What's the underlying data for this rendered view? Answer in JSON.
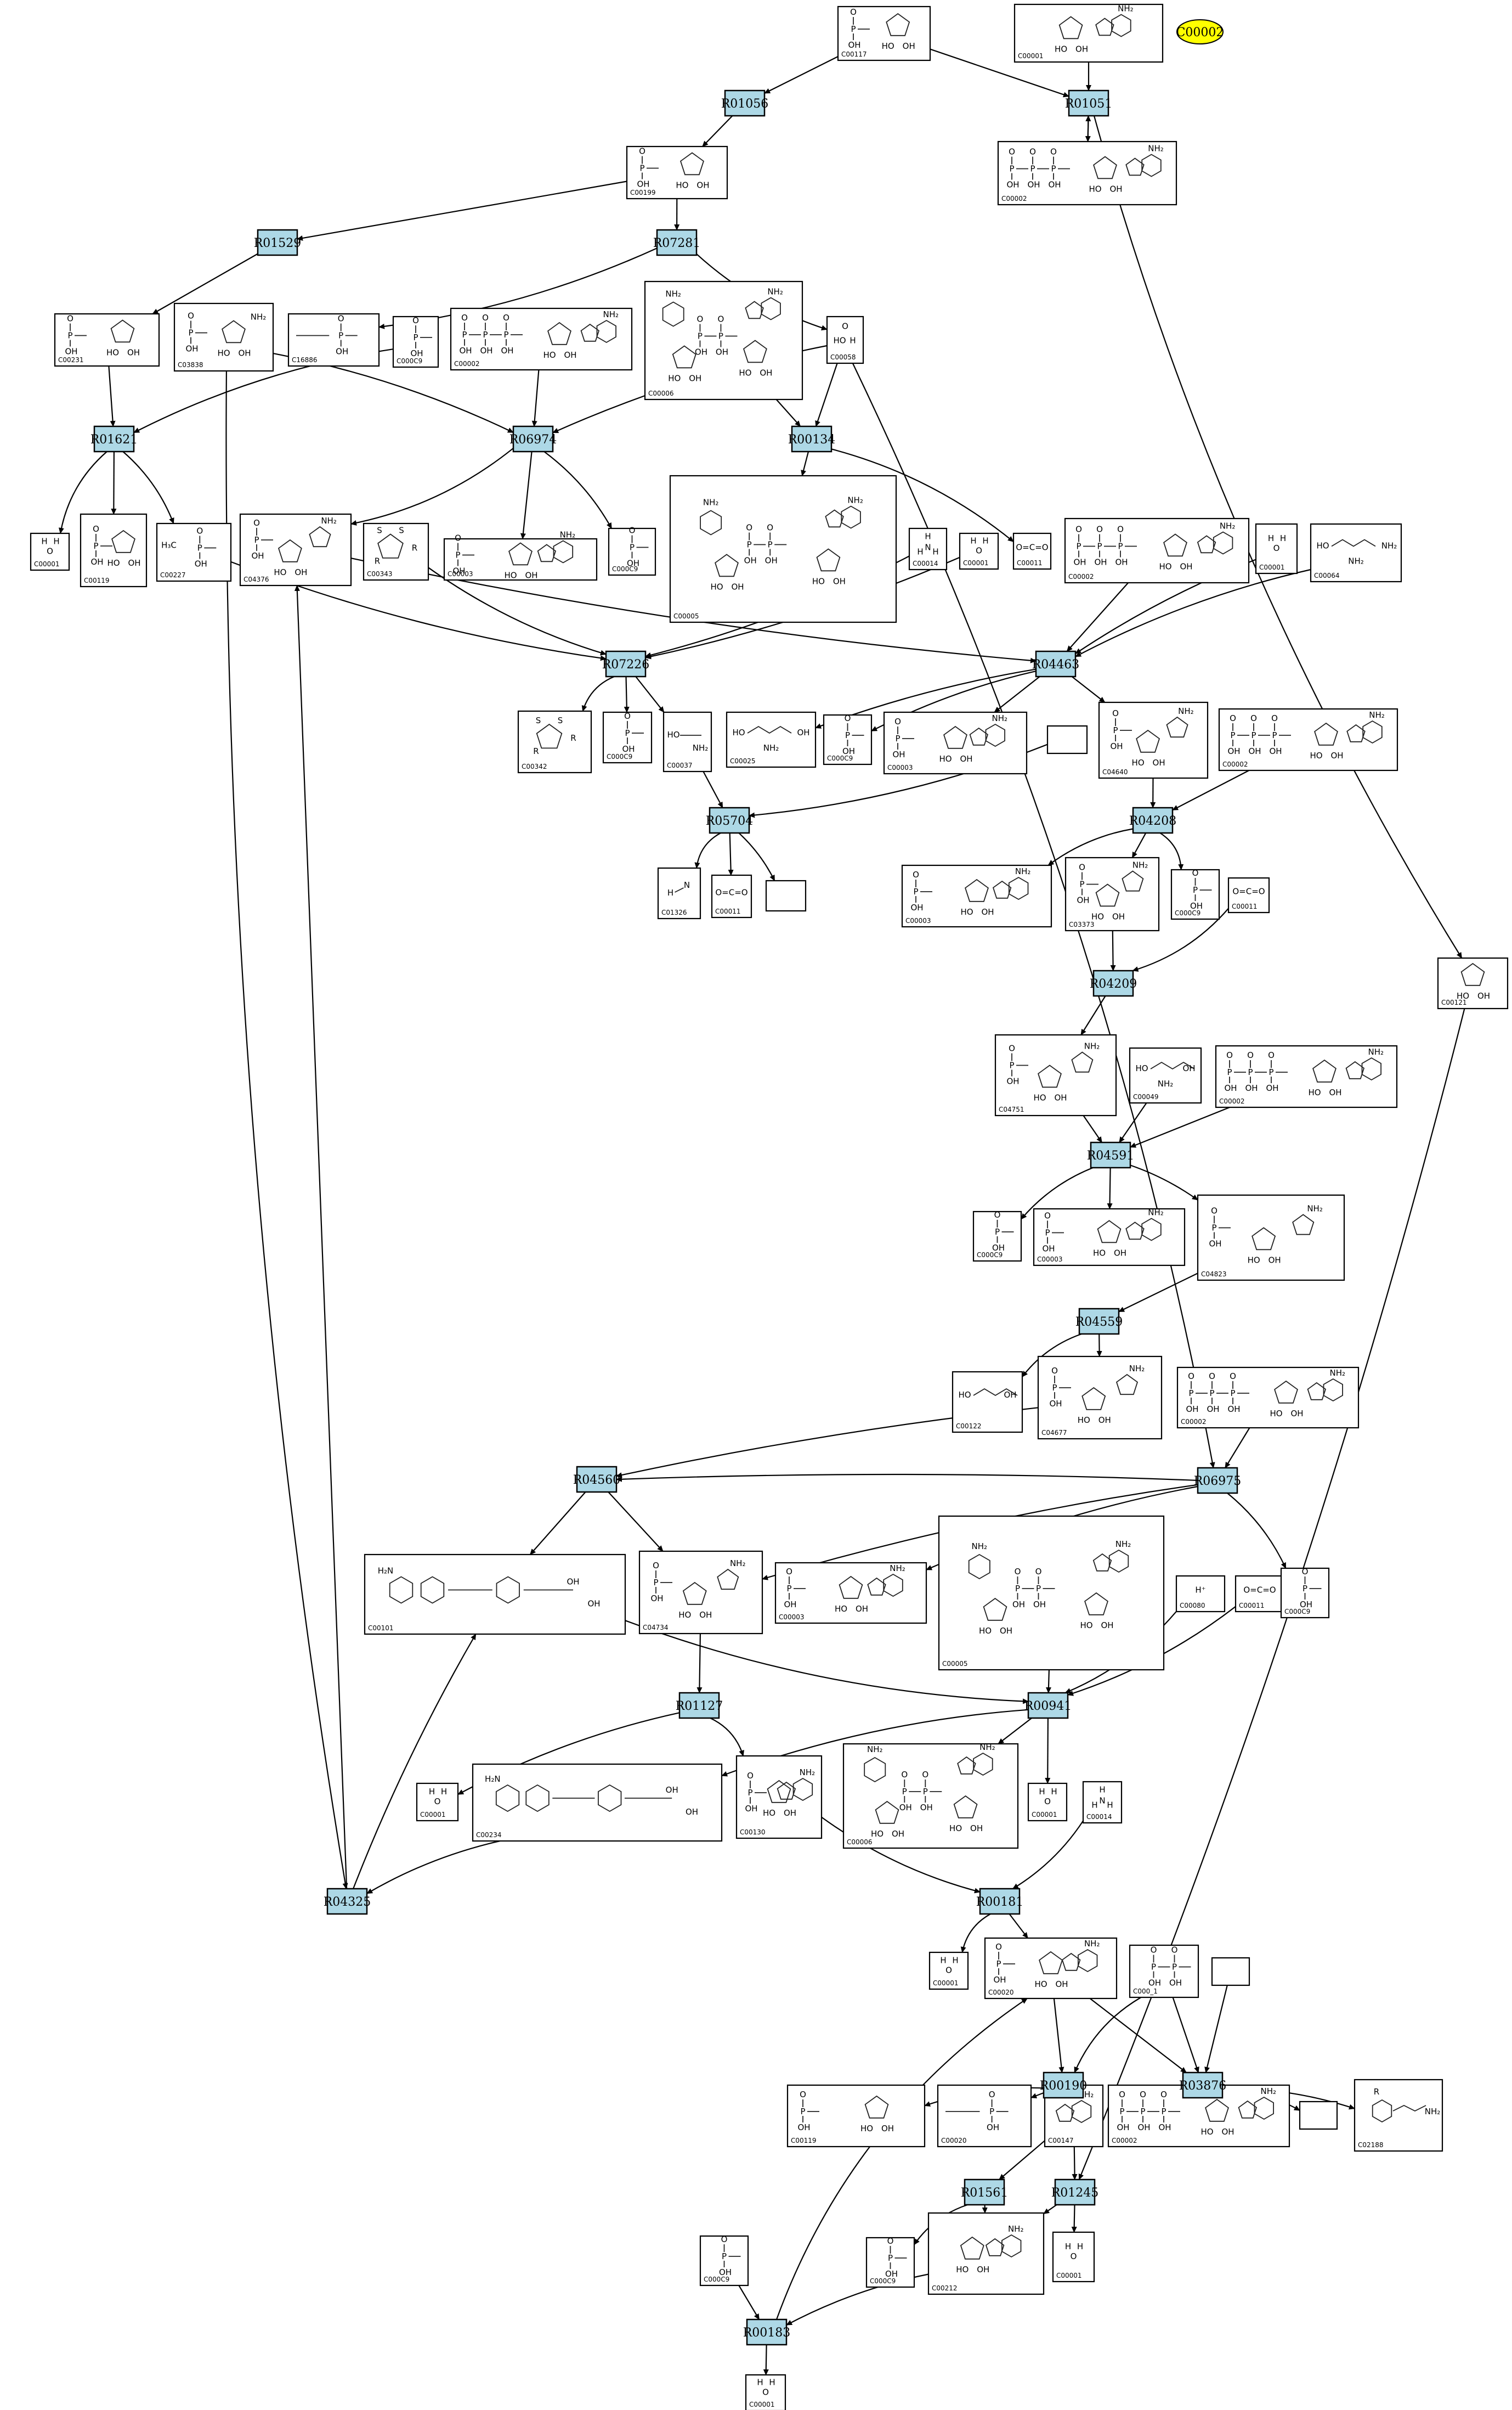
{
  "highlight": {
    "label": "C00002",
    "color": "#ffff00"
  },
  "colors": {
    "reaction_fill": "#add8e6",
    "edge": "#000000",
    "compound_fill": "#ffffff"
  },
  "reactions": [
    {
      "id": "r01056",
      "label": "R01056"
    },
    {
      "id": "r01051",
      "label": "R01051"
    },
    {
      "id": "r01529",
      "label": "R01529"
    },
    {
      "id": "r07281",
      "label": "R07281"
    },
    {
      "id": "r01621",
      "label": "R01621"
    },
    {
      "id": "r06974",
      "label": "R06974"
    },
    {
      "id": "r00134",
      "label": "R00134"
    },
    {
      "id": "r07226",
      "label": "R07226"
    },
    {
      "id": "r04463",
      "label": "R04463"
    },
    {
      "id": "r05704",
      "label": "R05704"
    },
    {
      "id": "r04208",
      "label": "R04208"
    },
    {
      "id": "r04209",
      "label": "R04209"
    },
    {
      "id": "r04591",
      "label": "R04591"
    },
    {
      "id": "r04559",
      "label": "R04559"
    },
    {
      "id": "r04560",
      "label": "R04560"
    },
    {
      "id": "r06975",
      "label": "R06975"
    },
    {
      "id": "r01127",
      "label": "R01127"
    },
    {
      "id": "r00941",
      "label": "R00941"
    },
    {
      "id": "r04325",
      "label": "R04325"
    },
    {
      "id": "r00181",
      "label": "R00181"
    },
    {
      "id": "r00190",
      "label": "R00190"
    },
    {
      "id": "r03876",
      "label": "R03876"
    },
    {
      "id": "r01561",
      "label": "R01561"
    },
    {
      "id": "r01245",
      "label": "R01245"
    },
    {
      "id": "r00183",
      "label": "R00183"
    }
  ],
  "compounds": [
    {
      "id": "c1",
      "label": "C00117",
      "icon": "ribose5p"
    },
    {
      "id": "c2",
      "label": "C00001",
      "icon": "adenosine"
    },
    {
      "id": "c3",
      "label": "C00002",
      "icon": "ppp-adenosine"
    },
    {
      "id": "c4",
      "label": "C00199",
      "icon": "ribulose5p"
    },
    {
      "id": "c5",
      "label": "C00231",
      "icon": "xylulose5p"
    },
    {
      "id": "c6",
      "label": "C03838",
      "icon": "ribosyl-amine"
    },
    {
      "id": "c7",
      "label": "C16886",
      "icon": "phospho"
    },
    {
      "id": "c8",
      "label": "C000C9",
      "icon": "phosphate"
    },
    {
      "id": "c9",
      "label": "C00002",
      "icon": "ppp-adenosine"
    },
    {
      "id": "c10",
      "label": "C00006",
      "icon": "nadp"
    },
    {
      "id": "c11",
      "label": "C00058",
      "icon": "formate"
    },
    {
      "id": "c12",
      "label": "C00001",
      "icon": "water"
    },
    {
      "id": "c13",
      "label": "C00119",
      "icon": "prpp"
    },
    {
      "id": "c14",
      "label": "C00227",
      "icon": "acetylphosphate"
    },
    {
      "id": "c15",
      "label": "C04376",
      "icon": "ribosyl"
    },
    {
      "id": "c16",
      "label": "C00343",
      "icon": "thioredoxin"
    },
    {
      "id": "c17",
      "label": "C00003",
      "icon": "adenosine-p"
    },
    {
      "id": "c18",
      "label": "C000C9",
      "icon": "phosphate"
    },
    {
      "id": "c19",
      "label": "C00005",
      "icon": "nadph"
    },
    {
      "id": "c20",
      "label": "C00014",
      "icon": "ammonia"
    },
    {
      "id": "c21",
      "label": "C00001",
      "icon": "water"
    },
    {
      "id": "c22",
      "label": "C00011",
      "icon": "co2"
    },
    {
      "id": "c23",
      "label": "C00002",
      "icon": "ppp-adenosine"
    },
    {
      "id": "c24",
      "label": "C00001",
      "icon": "water"
    },
    {
      "id": "c25",
      "label": "C00064",
      "icon": "glutamine"
    },
    {
      "id": "c26",
      "label": "C00342",
      "icon": "thioredoxin"
    },
    {
      "id": "c27",
      "label": "C000C9",
      "icon": "phosphate"
    },
    {
      "id": "c28",
      "label": "C00037",
      "icon": "glycine"
    },
    {
      "id": "c29",
      "label": "C00025",
      "icon": "glutamate"
    },
    {
      "id": "c30",
      "label": "C000C9",
      "icon": "phosphate"
    },
    {
      "id": "c31",
      "label": "C00003",
      "icon": "adenosine-p"
    },
    {
      "id": "c32",
      "label": "",
      "icon": "empty"
    },
    {
      "id": "c33",
      "label": "C04640",
      "icon": "ribosyl"
    },
    {
      "id": "c34",
      "label": "C00002",
      "icon": "ppp-adenosine"
    },
    {
      "id": "c35",
      "label": "C01326",
      "icon": "hcn"
    },
    {
      "id": "c36",
      "label": "C00011",
      "icon": "co2"
    },
    {
      "id": "c37",
      "label": "",
      "icon": "empty"
    },
    {
      "id": "c38",
      "label": "C00003",
      "icon": "adenosine-p"
    },
    {
      "id": "c39",
      "label": "C03373",
      "icon": "ribosyl"
    },
    {
      "id": "c40",
      "label": "C000C9",
      "icon": "phosphate"
    },
    {
      "id": "c41",
      "label": "C00011",
      "icon": "co2"
    },
    {
      "id": "c42",
      "label": "C00121",
      "icon": "ribose"
    },
    {
      "id": "c43",
      "label": "C04751",
      "icon": "ribosyl"
    },
    {
      "id": "c44",
      "label": "C00049",
      "icon": "aspartate"
    },
    {
      "id": "c45",
      "label": "C00002",
      "icon": "ppp-adenosine"
    },
    {
      "id": "c46",
      "label": "C000C9",
      "icon": "phosphate"
    },
    {
      "id": "c47",
      "label": "C00003",
      "icon": "adenosine-p"
    },
    {
      "id": "c48",
      "label": "C04823",
      "icon": "ribosyl"
    },
    {
      "id": "c49",
      "label": "C00122",
      "icon": "fumarate"
    },
    {
      "id": "c50",
      "label": "C04677",
      "icon": "ribosyl"
    },
    {
      "id": "c51",
      "label": "C00002",
      "icon": "ppp-adenosine"
    },
    {
      "id": "c52",
      "label": "C00101",
      "icon": "folate"
    },
    {
      "id": "c53",
      "label": "C04734",
      "icon": "ribosyl"
    },
    {
      "id": "c54",
      "label": "C00003",
      "icon": "adenosine-p"
    },
    {
      "id": "c55",
      "label": "C00005",
      "icon": "nadph"
    },
    {
      "id": "c56",
      "label": "C00080",
      "icon": "hplus"
    },
    {
      "id": "c57",
      "label": "C00011",
      "icon": "co2"
    },
    {
      "id": "c58",
      "label": "C000C9",
      "icon": "phosphate"
    },
    {
      "id": "c59",
      "label": "C00001",
      "icon": "water"
    },
    {
      "id": "c60",
      "label": "C00234",
      "icon": "folate"
    },
    {
      "id": "c61",
      "label": "C00130",
      "icon": "adenosine-p"
    },
    {
      "id": "c62",
      "label": "C00006",
      "icon": "nadp"
    },
    {
      "id": "c63",
      "label": "C00001",
      "icon": "water"
    },
    {
      "id": "c64",
      "label": "C00014",
      "icon": "ammonia"
    },
    {
      "id": "c65",
      "label": "C00001",
      "icon": "water"
    },
    {
      "id": "c66",
      "label": "C00020",
      "icon": "adenosine-p"
    },
    {
      "id": "c67",
      "label": "C000_1",
      "icon": "pyrophosphate"
    },
    {
      "id": "c68",
      "label": "",
      "icon": "empty"
    },
    {
      "id": "c69",
      "label": "C00119",
      "icon": "prpp"
    },
    {
      "id": "c70",
      "label": "C00020",
      "icon": "phospho"
    },
    {
      "id": "c71",
      "label": "C00147",
      "icon": "adenine"
    },
    {
      "id": "c72",
      "label": "C00002",
      "icon": "ppp-adenosine"
    },
    {
      "id": "c73",
      "label": "",
      "icon": "empty"
    },
    {
      "id": "c74",
      "label": "C02188",
      "icon": "lysine"
    },
    {
      "id": "c75",
      "label": "C000C9",
      "icon": "phosphate"
    },
    {
      "id": "c76",
      "label": "C00212",
      "icon": "adenosine"
    },
    {
      "id": "c77",
      "label": "C00001",
      "icon": "water"
    },
    {
      "id": "c78",
      "label": "C000C9",
      "icon": "phosphate"
    },
    {
      "id": "c79",
      "label": "C00001",
      "icon": "water"
    }
  ]
}
